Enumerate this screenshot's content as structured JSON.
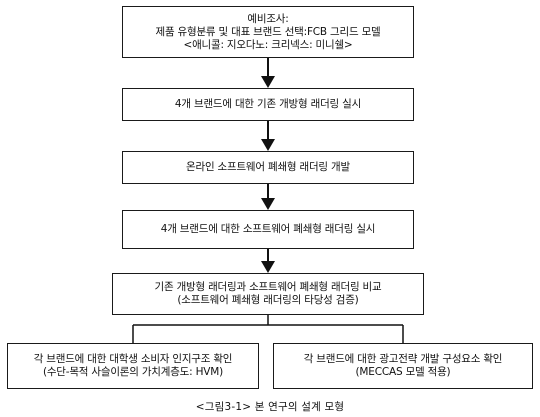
{
  "diagram": {
    "steps": [
      {
        "lines": [
          "예비조사:",
          "제품 유형분류 및 대표 브랜드 선택:FCB 그리드 모델",
          "<애니콜: 지오다노: 크리넥스: 미니쉘>"
        ]
      },
      {
        "lines": [
          "4개 브랜드에 대한 기존 개방형 래더링 실시"
        ]
      },
      {
        "lines": [
          "온라인 소프트웨어 폐쇄형 래더링 개발"
        ]
      },
      {
        "lines": [
          "4개 브랜드에 대한 소프트웨어 폐쇄형 래더링 실시"
        ]
      },
      {
        "lines": [
          "기존 개방형 래더링과 소프트웨어 폐쇄형 래더링 비교",
          "(소프트웨어 폐쇄형 래더링의 타당성 검증)"
        ]
      }
    ],
    "branches": [
      {
        "lines": [
          "각 브랜드에 대한 대학생 소비자 인지구조 확인",
          "(수단-목적 사슬이론의 가치계층도: HVM)"
        ]
      },
      {
        "lines": [
          "각 브랜드에 대한 광고전략 개발 구성요소 확인",
          "(MECCAS 모델 적용)"
        ]
      }
    ],
    "caption": "<그림3-1> 본 연구의 설계 모형"
  }
}
